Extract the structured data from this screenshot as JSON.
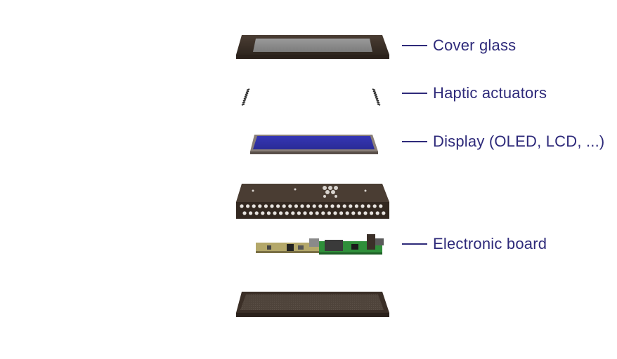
{
  "labels": {
    "cover_glass": "Cover glass",
    "haptic_actuators": "Haptic actuators",
    "display": "Display (OLED, LCD, ...)",
    "electronic_board": "Electronic board"
  },
  "colors": {
    "label_text": "#2e2a7a",
    "frame_dark": "#3b2f27",
    "glass_gray": "#8c8c8c",
    "display_blue": "#2e2fa8",
    "pcb_green": "#2f8f3a"
  }
}
